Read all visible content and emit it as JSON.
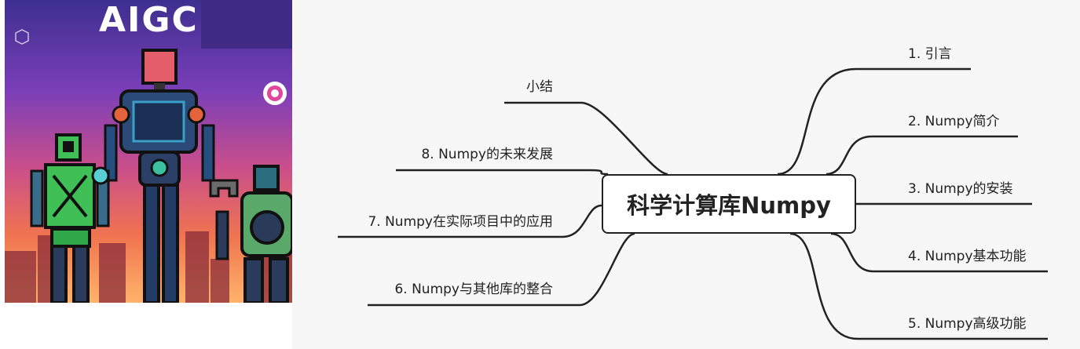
{
  "poster": {
    "title": "AIGC",
    "colors": {
      "top": "#3c2f8f",
      "middle": "#c94e8c",
      "bottom": "#ffb36b"
    }
  },
  "mindmap": {
    "center": "科学计算库Numpy",
    "right_branches": [
      {
        "label": "1. 引言"
      },
      {
        "label": "2. Numpy简介"
      },
      {
        "label": "3. Numpy的安装"
      },
      {
        "label": "4. Numpy基本功能"
      },
      {
        "label": "5. Numpy高级功能"
      }
    ],
    "left_branches": [
      {
        "label": "小结"
      },
      {
        "label": "8. Numpy的未来发展"
      },
      {
        "label": "7. Numpy在实际项目中的应用"
      },
      {
        "label": "6. Numpy与其他库的整合"
      }
    ],
    "line_color": "#222222",
    "background_color": "#f7f7f7"
  }
}
